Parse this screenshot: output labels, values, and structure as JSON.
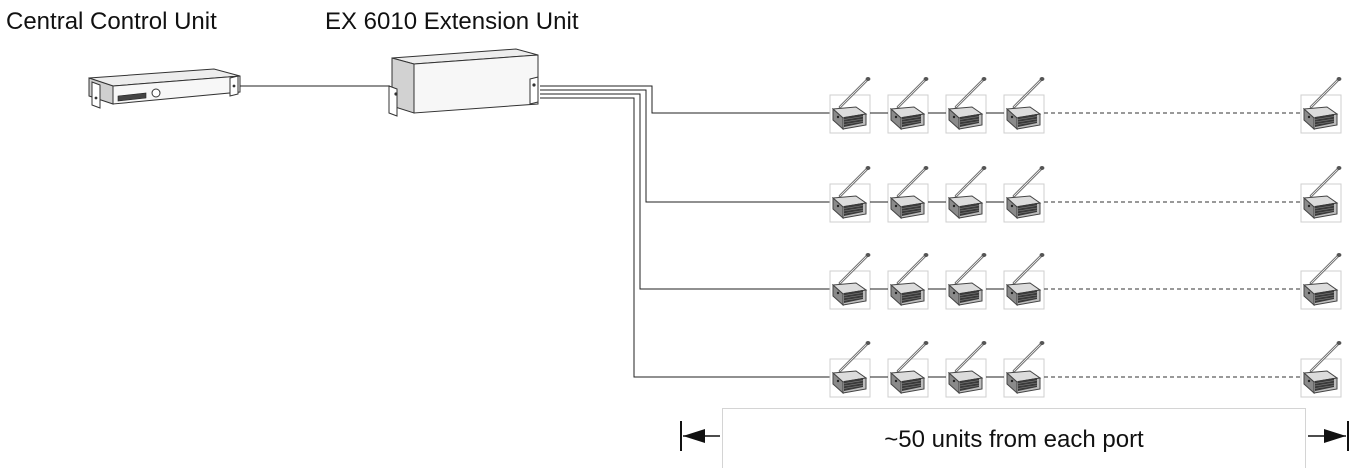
{
  "labels": {
    "central_control_unit": "Central Control Unit",
    "extension_unit": "EX 6010 Extension Unit"
  },
  "scale": {
    "text": "~50 units from each port"
  },
  "topology": {
    "ports": 4,
    "units_drawn_per_chain": 5
  }
}
